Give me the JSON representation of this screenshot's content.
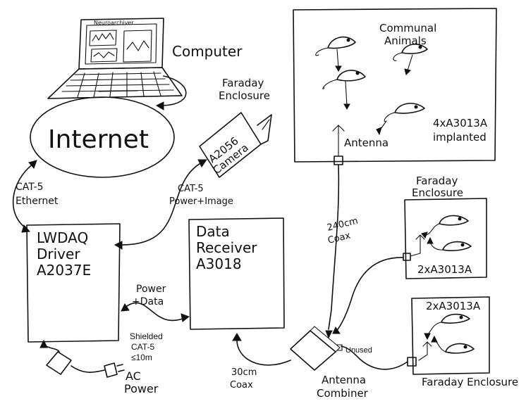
{
  "labels": {
    "computer": "Computer",
    "screen_title": "Neuroarchiver",
    "internet": "Internet",
    "faraday_top_1": "Faraday",
    "faraday_top_2": "Enclosure",
    "camera_1": "A2056",
    "camera_2": "Camera",
    "cat5_ethernet_1": "CAT-5",
    "cat5_ethernet_2": "Ethernet",
    "cat5_power_image_1": "CAT-5",
    "cat5_power_image_2": "Power+Image",
    "driver_1": "LWDAQ",
    "driver_2": "Driver",
    "driver_3": "A2037E",
    "receiver_1": "Data",
    "receiver_2": "Receiver",
    "receiver_3": "A3018",
    "power_data_1": "Power",
    "power_data_2": "+Data",
    "shielded_1": "Shielded",
    "shielded_2": "CAT-5",
    "shielded_3": "≤10m",
    "ac_power_1": "AC",
    "ac_power_2": "Power",
    "coax_30_1": "30cm",
    "coax_30_2": "Coax",
    "coax_240_1": "240cm",
    "coax_240_2": "Coax",
    "communal_1": "Communal",
    "communal_2": "Animals",
    "antenna": "Antenna",
    "implant_4_1": "4xA3013A",
    "implant_4_2": "implanted",
    "faraday_mid_1": "Faraday",
    "faraday_mid_2": "Enclosure",
    "implant_2_mid": "2xA3013A",
    "implant_2_bot": "2xA3013A",
    "faraday_bot": "Faraday Enclosure",
    "unused": "Unused",
    "combiner_1": "Antenna",
    "combiner_2": "Combiner"
  }
}
